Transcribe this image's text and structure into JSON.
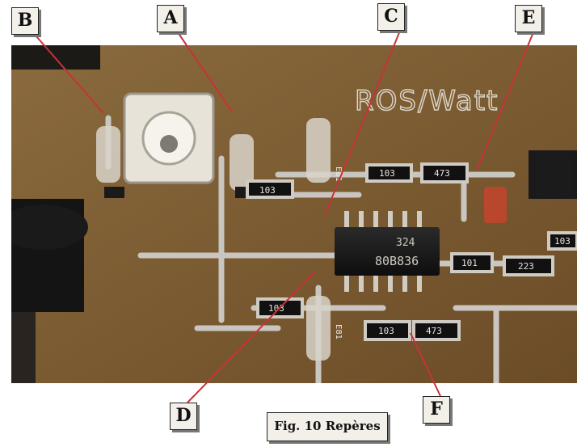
{
  "figure": {
    "caption": "Fig. 10  Repères",
    "callouts": {
      "A": "A",
      "B": "B",
      "C": "C",
      "D": "D",
      "E": "E",
      "F": "F"
    }
  },
  "photo": {
    "board_silkscreen": "ROS/Watt",
    "components": {
      "ic_line1": "324",
      "ic_line2": "80B836",
      "smd_103_top": "103",
      "smd_473_top": "473",
      "smd_103_left": "103",
      "smd_101": "101",
      "smd_223": "223",
      "smd_103_right": "103",
      "smd_103_mid": "103",
      "smd_103_bottom": "103",
      "smd_473_bottom": "473",
      "diode_label_1": "E81",
      "diode_label_2": "E81"
    }
  },
  "colors": {
    "leader_line": "#c8323a",
    "pcb": "#7a5a32",
    "solder": "#c9c6c2"
  }
}
